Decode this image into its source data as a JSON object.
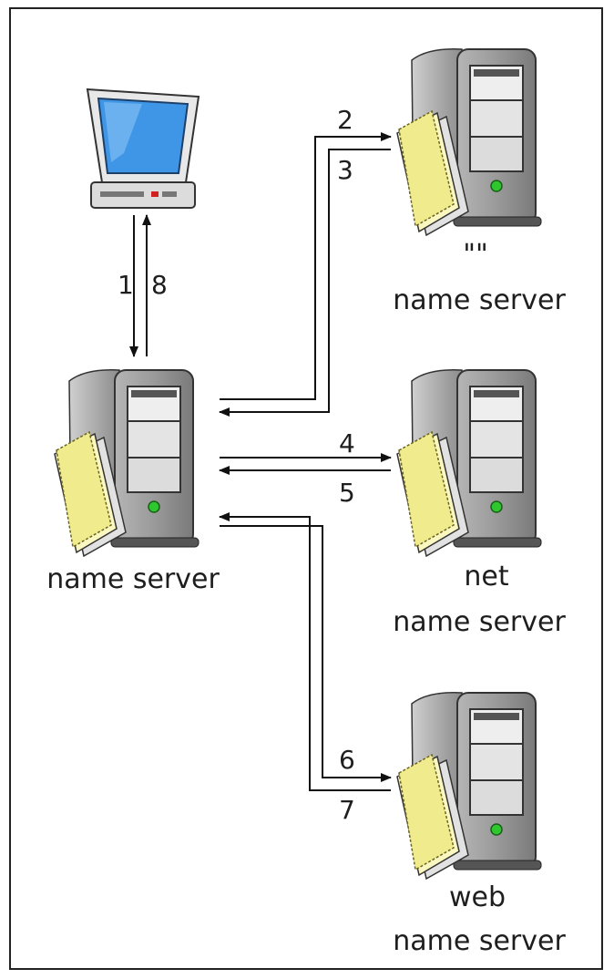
{
  "nodes": {
    "client": {
      "icon": "computer-icon"
    },
    "local": {
      "name": "name server",
      "icon": "server-icon"
    },
    "root": {
      "zone": "\"\"",
      "name": "name server",
      "icon": "server-icon"
    },
    "net": {
      "zone": "net",
      "name": "name server",
      "icon": "server-icon"
    },
    "web": {
      "zone": "web",
      "name": "name server",
      "icon": "server-icon"
    }
  },
  "steps": [
    "1",
    "8",
    "2",
    "3",
    "4",
    "5",
    "6",
    "7"
  ],
  "colors": {
    "arrow": "#111111",
    "folder": "#f4f0a0",
    "server_body": "#9a9a9a",
    "screen": "#3f95e6",
    "led": "#2ec82e"
  }
}
